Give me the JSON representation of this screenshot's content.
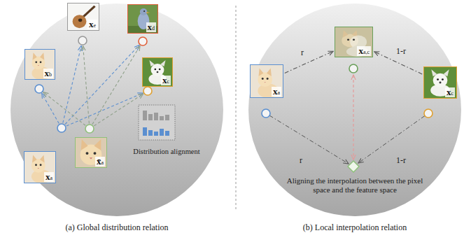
{
  "diagram": {
    "nodes": [
      {
        "text": [
          "xe"
        ]
      },
      {
        "text": [
          "xd"
        ]
      },
      {
        "text": [
          "xb"
        ]
      },
      {
        "text": [
          "xc"
        ]
      },
      {
        "text": [
          "xa"
        ]
      },
      {
        "text": [
          "x̄a"
        ]
      },
      {
        "text": [
          "xa"
        ]
      },
      {
        "text": [
          "xa,c"
        ]
      },
      {
        "text": [
          "xc"
        ]
      }
    ],
    "edges": [
      {
        "from": 4,
        "to": 2,
        "arrow": "to"
      },
      {
        "from": 4,
        "to": 0,
        "arrow": "to"
      },
      {
        "from": 4,
        "to": 1,
        "arrow": "to"
      },
      {
        "from": 4,
        "to": 3,
        "arrow": "to"
      },
      {
        "from": 5,
        "to": 2,
        "arrow": "to"
      },
      {
        "from": 5,
        "to": 0,
        "arrow": "to"
      },
      {
        "from": 5,
        "to": 1,
        "arrow": "to"
      },
      {
        "from": 5,
        "to": 3,
        "arrow": "to"
      },
      {
        "from": 6,
        "to": 7,
        "arrow": "to"
      },
      {
        "from": 8,
        "to": 7,
        "arrow": "to"
      }
    ],
    "labels": [
      "Distribution alignment",
      "r",
      "1-r",
      "r",
      "1-r",
      "Aligning the interpolation between the pixel space and the feature space",
      "(a) Global distribution relation",
      "(b) Local interpolation relation"
    ]
  }
}
